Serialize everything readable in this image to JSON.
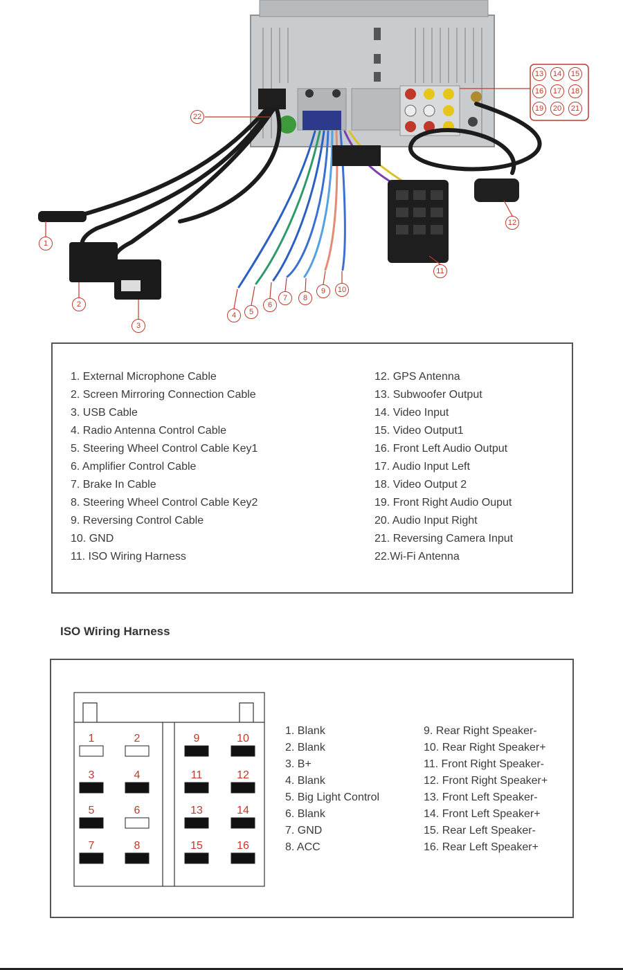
{
  "callouts": [
    "1",
    "2",
    "3",
    "4",
    "5",
    "6",
    "7",
    "8",
    "9",
    "10",
    "11",
    "12",
    "13",
    "14",
    "15",
    "16",
    "17",
    "18",
    "19",
    "20",
    "21",
    "22"
  ],
  "legend": {
    "left": [
      "1. External Microphone Cable",
      "2. Screen Mirroring Connection Cable",
      "3. USB Cable",
      "4. Radio Antenna Control Cable",
      "5. Steering Wheel Control Cable Key1",
      "6. Amplifier Control Cable",
      "7. Brake In Cable",
      "8. Steering Wheel Control Cable Key2",
      "9. Reversing Control Cable",
      "10. GND",
      "11. ISO Wiring Harness"
    ],
    "right": [
      "12. GPS Antenna",
      "13. Subwoofer Output",
      "14. Video Input",
      "15. Video Output1",
      "16. Front Left Audio Output",
      "17. Audio Input Left",
      "18. Video Output 2",
      "19. Front Right Audio Ouput",
      "20. Audio Input Right",
      "21. Reversing Camera Input",
      "22.Wi-Fi Antenna"
    ]
  },
  "iso": {
    "heading": "ISO Wiring Harness",
    "pins": [
      {
        "n": "1",
        "state": "empty"
      },
      {
        "n": "2",
        "state": "empty"
      },
      {
        "n": "3",
        "state": "filled"
      },
      {
        "n": "4",
        "state": "filled"
      },
      {
        "n": "5",
        "state": "filled"
      },
      {
        "n": "6",
        "state": "empty"
      },
      {
        "n": "7",
        "state": "filled"
      },
      {
        "n": "8",
        "state": "filled"
      },
      {
        "n": "9",
        "state": "filled"
      },
      {
        "n": "10",
        "state": "filled"
      },
      {
        "n": "11",
        "state": "filled"
      },
      {
        "n": "12",
        "state": "filled"
      },
      {
        "n": "13",
        "state": "filled"
      },
      {
        "n": "14",
        "state": "filled"
      },
      {
        "n": "15",
        "state": "filled"
      },
      {
        "n": "16",
        "state": "filled"
      }
    ],
    "left": [
      "1. Blank",
      "2. Blank",
      "3. B+",
      "4. Blank",
      "5. Big Light Control",
      "6. Blank",
      "7. GND",
      "8. ACC"
    ],
    "right": [
      "9. Rear Right Speaker-",
      "10. Rear Right Speaker+",
      "11. Front Right Speaker-",
      "12.  Front Right Speaker+",
      "13. Front Left Speaker-",
      "14. Front Left Speaker+",
      "15. Rear Left Speaker-",
      "16. Rear Left Speaker+"
    ]
  },
  "colors": {
    "callout": "#c0392b",
    "pin_label": "#c0392b",
    "pin_fill": "#111111",
    "border": "#555555"
  }
}
